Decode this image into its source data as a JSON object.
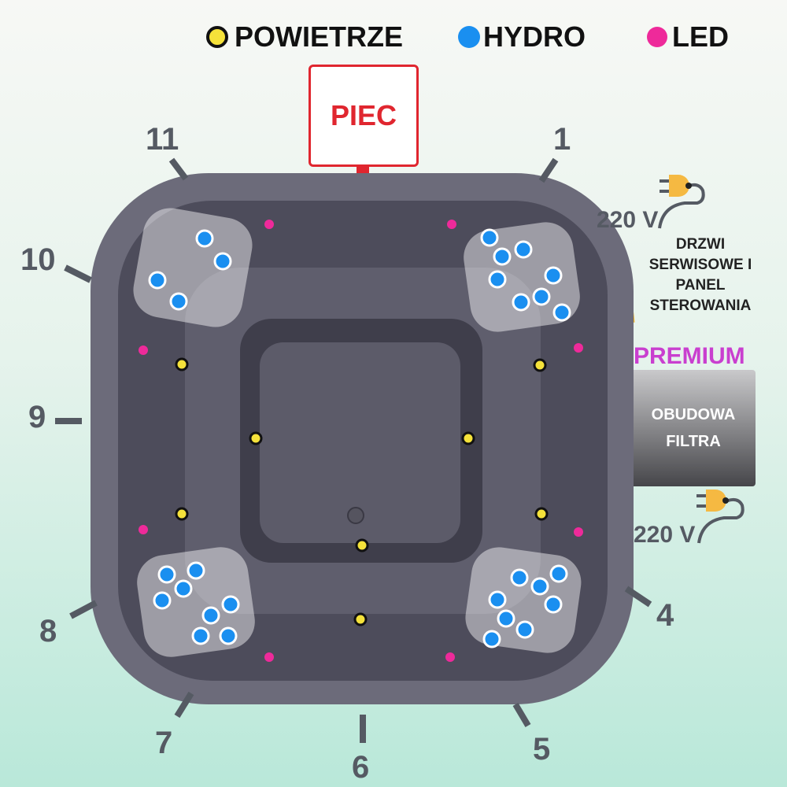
{
  "legend": {
    "air": "POWIETRZE",
    "hydro": "HYDRO",
    "led": "LED"
  },
  "heater": "PIEC",
  "positions": {
    "p1": "1",
    "p4": "4",
    "p5": "5",
    "p6": "6",
    "p7": "7",
    "p8": "8",
    "p9": "9",
    "p10": "10",
    "p11": "11"
  },
  "power_top": "220 V",
  "power_bottom": "220 V",
  "service": [
    "DRZWI",
    "SERWISOWE I",
    "PANEL",
    "STEROWANIA"
  ],
  "premium": "PREMIUM",
  "filter": [
    "OBUDOWA",
    "FILTRA"
  ],
  "colors": {
    "air": "#f5e23a",
    "hydro": "#1a8ff0",
    "led": "#ee2a9a",
    "heater": "#e0262f",
    "premium": "#c93fcf",
    "door": "#f0b429"
  }
}
